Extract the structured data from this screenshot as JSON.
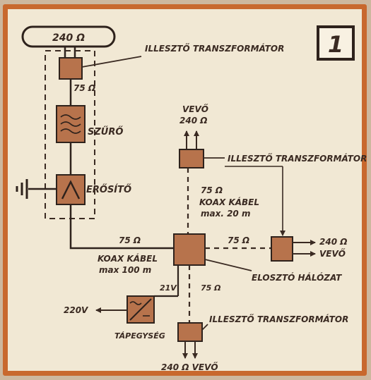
{
  "figure_number": "1",
  "antenna": {
    "impedance": "240 Ω"
  },
  "labels": {
    "matching_transformer_top": "ILLESZTŐ TRANSZFORMÁTOR",
    "matching_transformer_mid": "ILLESZTŐ TRANSZFORMÁTOR",
    "matching_transformer_bottom": "ILLESZTŐ TRANSZFORMÁTOR",
    "ohm75_antenna": "75 Ω",
    "filter": "SZŰRŐ",
    "amplifier": "ERŐSÍTŐ",
    "receiver_top": "VEVŐ",
    "ohm240_top": "240 Ω",
    "ohm75_coax_top": "75 Ω",
    "coax_top_1": "KOAX KÁBEL",
    "coax_top_2": "max. 20 m",
    "ohm75_coax_left": "75 Ω",
    "coax_left_1": "KOAX KÁBEL",
    "coax_left_2": "max 100 m",
    "ohm75_right": "75 Ω",
    "ohm240_right": "240 Ω",
    "receiver_right": "VEVŐ",
    "distribution": "ELOSZTÓ HÁLÓZAT",
    "v21": "21V",
    "ohm75_bottom": "75 Ω",
    "v220": "220V",
    "power_supply": "TÁPEGYSÉG",
    "receiver_bottom": "240 Ω  VEVŐ"
  },
  "colors": {
    "frame": "#c8682e",
    "paper": "#f1e8d4",
    "block": "#b7734c",
    "ink": "#3a2a22"
  }
}
